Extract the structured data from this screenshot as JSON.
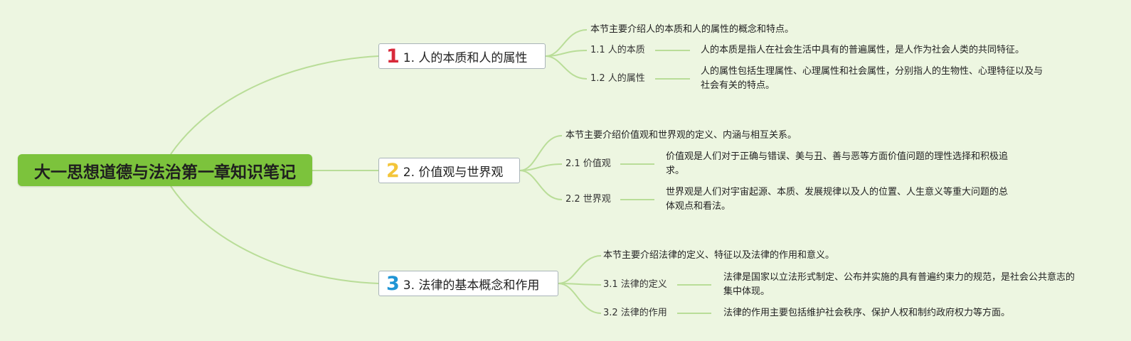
{
  "colors": {
    "background": "#edf6e1",
    "root_fill": "#7cc33c",
    "connector": "#b9dd98",
    "num1": "#d8293a",
    "num2": "#f3c53a",
    "num3": "#1f95d5"
  },
  "root": {
    "title": "大一思想道德与法治第一章知识笔记"
  },
  "sections": [
    {
      "num": "1",
      "label": "1. 人的本质和人的属性",
      "intro": "本节主要介绍人的本质和人的属性的概念和特点。",
      "items": [
        {
          "label": "1.1 人的本质",
          "desc": "人的本质是指人在社会生活中具有的普遍属性，是人作为社会人类的共同特征。"
        },
        {
          "label": "1.2 人的属性",
          "desc": "人的属性包括生理属性、心理属性和社会属性，分别指人的生物性、心理特征以及与社会有关的特点。"
        }
      ]
    },
    {
      "num": "2",
      "label": "2. 价值观与世界观",
      "intro": "本节主要介绍价值观和世界观的定义、内涵与相互关系。",
      "items": [
        {
          "label": "2.1 价值观",
          "desc": "价值观是人们对于正确与错误、美与丑、善与恶等方面价值问题的理性选择和积极追求。"
        },
        {
          "label": "2.2 世界观",
          "desc": "世界观是人们对宇宙起源、本质、发展规律以及人的位置、人生意义等重大问题的总体观点和看法。"
        }
      ]
    },
    {
      "num": "3",
      "label": "3. 法律的基本概念和作用",
      "intro": "本节主要介绍法律的定义、特征以及法律的作用和意义。",
      "items": [
        {
          "label": "3.1 法律的定义",
          "desc": "法律是国家以立法形式制定、公布并实施的具有普遍约束力的规范，是社会公共意志的集中体现。"
        },
        {
          "label": "3.2 法律的作用",
          "desc": "法律的作用主要包括维护社会秩序、保护人权和制约政府权力等方面。"
        }
      ]
    }
  ]
}
